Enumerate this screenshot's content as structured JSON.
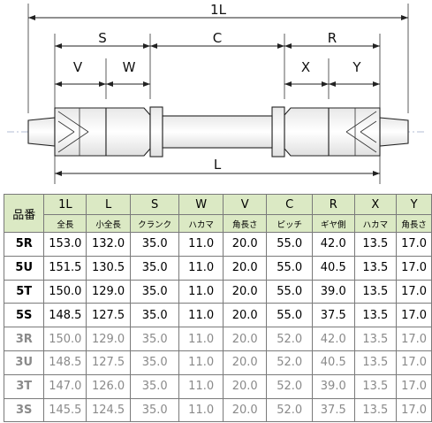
{
  "dimension_labels": {
    "one_l": "1L",
    "s": "S",
    "c": "C",
    "r": "R",
    "v": "V",
    "w": "W",
    "x": "X",
    "y": "Y",
    "l": "L"
  },
  "table": {
    "corner_label": "品番",
    "columns": [
      {
        "code": "1L",
        "desc": "全長"
      },
      {
        "code": "L",
        "desc": "小全長"
      },
      {
        "code": "S",
        "desc": "クランク"
      },
      {
        "code": "W",
        "desc": "ハカマ"
      },
      {
        "code": "V",
        "desc": "角長さ"
      },
      {
        "code": "C",
        "desc": "ピッチ"
      },
      {
        "code": "R",
        "desc": "ギヤ側"
      },
      {
        "code": "X",
        "desc": "ハカマ"
      },
      {
        "code": "Y",
        "desc": "角長さ"
      }
    ],
    "rows": [
      {
        "id": "5R",
        "values": [
          "153.0",
          "132.0",
          "35.0",
          "11.0",
          "20.0",
          "55.0",
          "42.0",
          "13.5",
          "17.0"
        ]
      },
      {
        "id": "5U",
        "values": [
          "151.5",
          "130.5",
          "35.0",
          "11.0",
          "20.0",
          "55.0",
          "40.5",
          "13.5",
          "17.0"
        ]
      },
      {
        "id": "5T",
        "values": [
          "150.0",
          "129.0",
          "35.0",
          "11.0",
          "20.0",
          "55.0",
          "39.0",
          "13.5",
          "17.0"
        ]
      },
      {
        "id": "5S",
        "values": [
          "148.5",
          "127.5",
          "35.0",
          "11.0",
          "20.0",
          "55.0",
          "37.5",
          "13.5",
          "17.0"
        ]
      },
      {
        "id": "3R",
        "values": [
          "150.0",
          "129.0",
          "35.0",
          "11.0",
          "20.0",
          "52.0",
          "42.0",
          "13.5",
          "17.0"
        ]
      },
      {
        "id": "3U",
        "values": [
          "148.5",
          "127.5",
          "35.0",
          "11.0",
          "20.0",
          "52.0",
          "40.5",
          "13.5",
          "17.0"
        ]
      },
      {
        "id": "3T",
        "values": [
          "147.0",
          "126.0",
          "35.0",
          "11.0",
          "20.0",
          "52.0",
          "39.0",
          "13.5",
          "17.0"
        ]
      },
      {
        "id": "3S",
        "values": [
          "145.5",
          "124.5",
          "35.0",
          "11.0",
          "20.0",
          "52.0",
          "37.5",
          "13.5",
          "17.0"
        ]
      }
    ]
  },
  "colors": {
    "header_bg": "#dbe9c4",
    "line": "#222222",
    "dim_text": "#8a8a8a"
  }
}
